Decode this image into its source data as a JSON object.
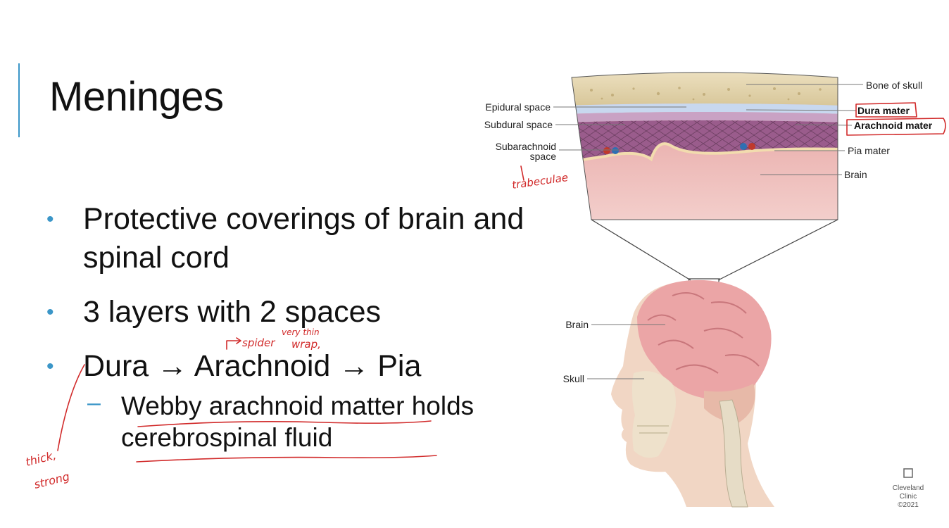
{
  "slide": {
    "title": "Meninges",
    "bullets": [
      "Protective coverings of brain and spinal cord",
      "3 layers with 2 spaces",
      "Dura → Arachnoid → Pia"
    ],
    "sub_bullet": "Webby arachnoid matter holds cerebrospinal fluid"
  },
  "diagram": {
    "labels_left": {
      "epidural": "Epidural space",
      "subdural": "Subdural space",
      "subarachnoid_1": "Subarachnoid",
      "subarachnoid_2": "space",
      "brain": "Brain",
      "skull": "Skull"
    },
    "labels_right": {
      "bone": "Bone of skull",
      "dura": "Dura mater",
      "arachnoid": "Arachnoid mater",
      "pia": "Pia mater",
      "brain": "Brain"
    },
    "credit": {
      "line1": "Cleveland",
      "line2": "Clinic",
      "line3": "©2021"
    }
  },
  "annotations": {
    "trabeculae": "trabeculae",
    "spider_1": "spider",
    "very_thin": "very thin",
    "wrap": "wrap,",
    "thick": "thick,",
    "strong": "strong"
  },
  "colors": {
    "accent": "#3b96c8",
    "ink": "#d12a2a"
  }
}
